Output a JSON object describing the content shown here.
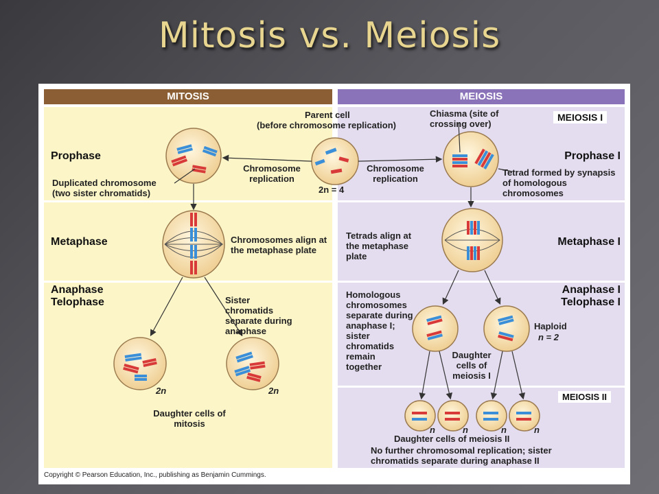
{
  "title": "Mitosis vs. Meiosis",
  "headers": {
    "mitosis": "MITOSIS",
    "meiosis": "MEIOSIS"
  },
  "tags": {
    "meiosis1": "MEIOSIS I",
    "meiosis2": "MEIOSIS II"
  },
  "phases": {
    "prophase": "Prophase",
    "metaphase": "Metaphase",
    "anaphase": "Anaphase",
    "telophase": "Telophase",
    "prophase1": "Prophase I",
    "metaphase1": "Metaphase I",
    "anaphase1": "Anaphase I",
    "telophase1": "Telophase I"
  },
  "labels": {
    "parent_cell": "Parent cell",
    "parent_cell_sub": "(before chromosome replication)",
    "chromosome_replication": "Chromosome replication",
    "two_n_4": "2n = 4",
    "chiasma": "Chiasma (site of crossing over)",
    "tetrad": "Tetrad formed by synapsis of homologous chromosomes",
    "duplicated_chromosome": "Duplicated chromosome (two sister chromatids)",
    "chromosomes_align": "Chromosomes align at the metaphase plate",
    "tetrads_align": "Tetrads align at the metaphase plate",
    "sister_chromatids_separate": "Sister chromatids separate during anaphase",
    "homologous_separate": "Homologous chromosomes separate during anaphase I; sister chromatids remain together",
    "haploid": "Haploid",
    "n_2": "n = 2",
    "two_n": "2n",
    "n": "n",
    "daughter_mitosis": "Daughter cells of mitosis",
    "daughter_meiosis1": "Daughter cells of meiosis I",
    "daughter_meiosis2": "Daughter cells of meiosis II",
    "no_further": "No further chromosomal replication; sister chromatids separate during anaphase II"
  },
  "copyright": "Copyright © Pearson Education, Inc., publishing as Benjamin Cummings.",
  "colors": {
    "mitosis_header": "#8b5e34",
    "meiosis_header": "#8a73b8",
    "mitosis_bg": "#fbf5c8",
    "meiosis_bg": "#e4dcef",
    "cell_fill": "#f6dfae",
    "cell_stroke": "#9a7a4e",
    "chrom_red": "#d83a3a",
    "chrom_blue": "#3a8fd8"
  }
}
